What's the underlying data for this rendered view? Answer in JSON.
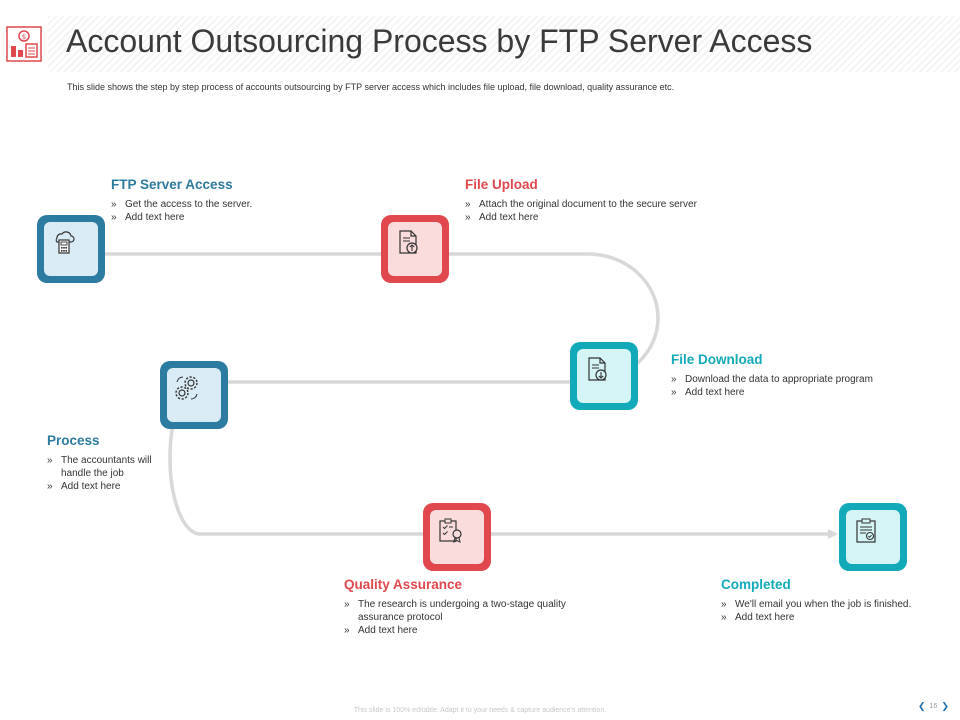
{
  "header": {
    "title": "Account Outsourcing Process by FTP Server Access",
    "subtitle": "This slide shows the step by step process of accounts outsourcing by FTP server access which includes file upload, file download, quality assurance etc."
  },
  "steps": [
    {
      "title": "FTP Server Access",
      "color": "#2c7ba0",
      "icon": "cloud-calculator-icon",
      "bullets": [
        "Get the access to the server.",
        "Add text here"
      ]
    },
    {
      "title": "File Upload",
      "color": "#e0484d",
      "icon": "file-upload-icon",
      "bullets": [
        "Attach the original document to the secure server",
        "Add text here"
      ]
    },
    {
      "title": "File Download",
      "color": "#12a9b8",
      "icon": "file-download-icon",
      "bullets": [
        "Download the data to appropriate program",
        "Add text here"
      ]
    },
    {
      "title": "Process",
      "color": "#2c7ba0",
      "icon": "gears-icon",
      "bullets": [
        "The accountants will handle the job",
        "Add text here"
      ]
    },
    {
      "title": "Quality Assurance",
      "color": "#e0484d",
      "icon": "certificate-icon",
      "bullets": [
        "The research is undergoing a two-stage quality assurance protocol",
        "Add text here"
      ]
    },
    {
      "title": "Completed",
      "color": "#12a9b8",
      "icon": "clipboard-check-icon",
      "bullets": [
        "We'll email you when the job is finished.",
        "Add text here"
      ]
    }
  ],
  "footer": {
    "note": "This slide is 100% editable. Adapt it to your needs & capture audience's attention.",
    "page_number": "16",
    "prev_icon": "chevron-left-icon",
    "next_icon": "chevron-right-icon"
  }
}
